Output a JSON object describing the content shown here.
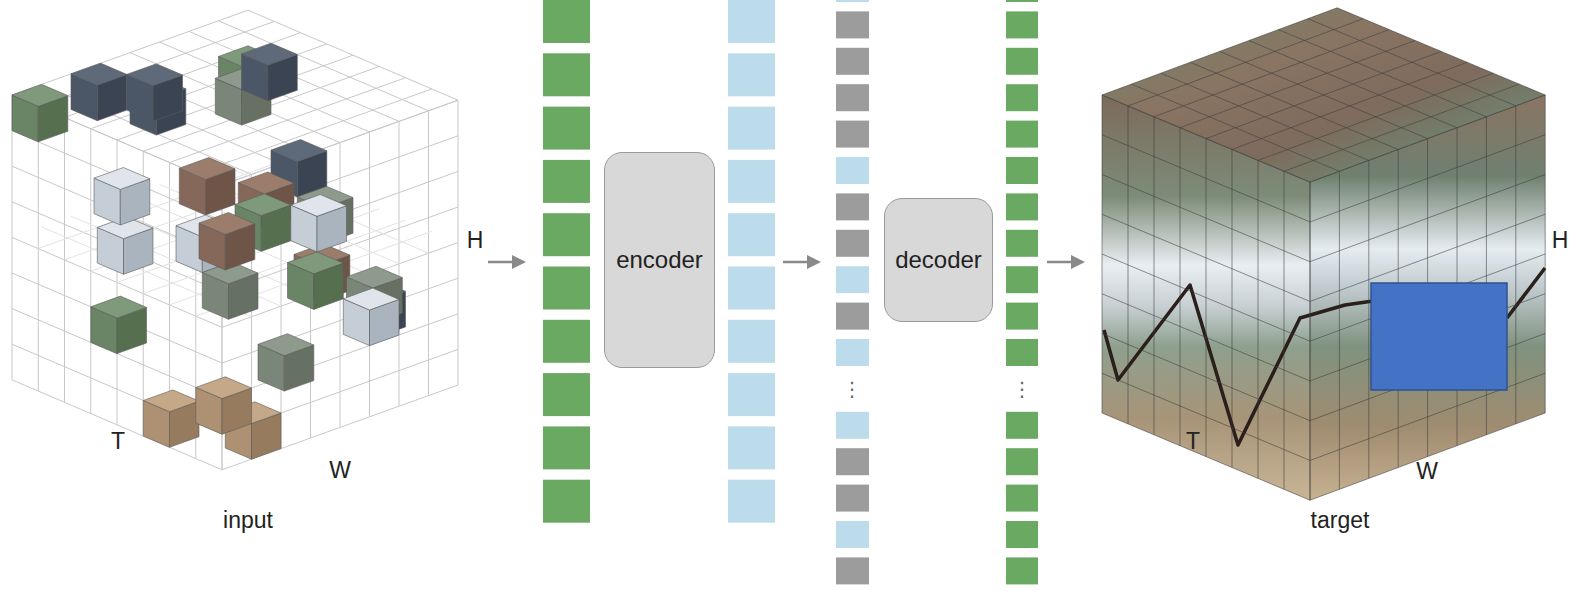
{
  "diagram": {
    "nodes": [
      {
        "text": [
          "encoder"
        ]
      },
      {
        "text": [
          "decoder"
        ]
      }
    ],
    "labels": [
      "T",
      "W",
      "H",
      "input",
      "⋮",
      "⋮",
      "T",
      "W",
      "H",
      "target"
    ]
  }
}
